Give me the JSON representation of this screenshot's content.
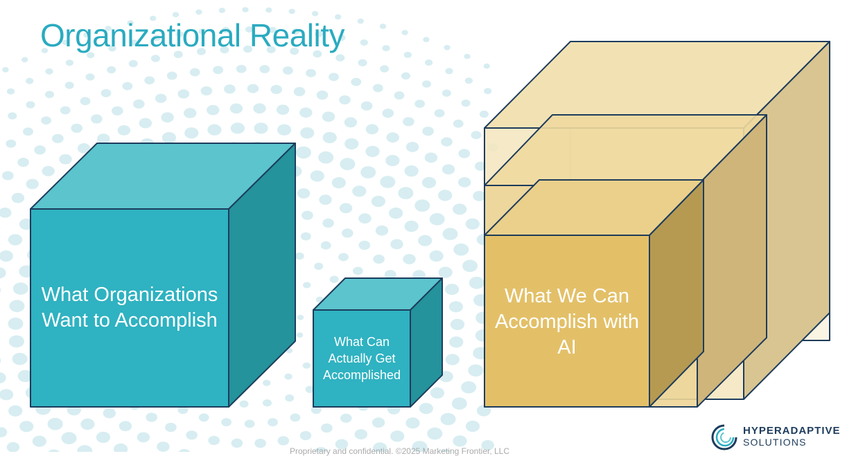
{
  "slide": {
    "title": "Organizational Reality",
    "footer": "Proprietary and confidential. ©2025 Marketing Frontier, LLC"
  },
  "cubes": {
    "want": {
      "lines": [
        "What Organizations",
        "Want to Accomplish"
      ]
    },
    "actual": {
      "lines": [
        "What Can",
        "Actually Get",
        "Accomplished"
      ]
    },
    "ai": {
      "lines": [
        "What We Can",
        "Accomplish with",
        "AI"
      ]
    }
  },
  "logo": {
    "name": "HYPERADAPTIVE",
    "sub": "SOLUTIONS"
  },
  "colors": {
    "title": "#2aabc0",
    "teal_front": "#2fb2c1",
    "teal_top": "#5bc4cd",
    "teal_side": "#24939b",
    "gold_front": "#e3c068",
    "gold_side": "#b69a52",
    "outline": "#1d3c5c",
    "dots": "#d7edf1",
    "logo_dark": "#1d3c5c",
    "logo_teal": "#2aabc0"
  }
}
